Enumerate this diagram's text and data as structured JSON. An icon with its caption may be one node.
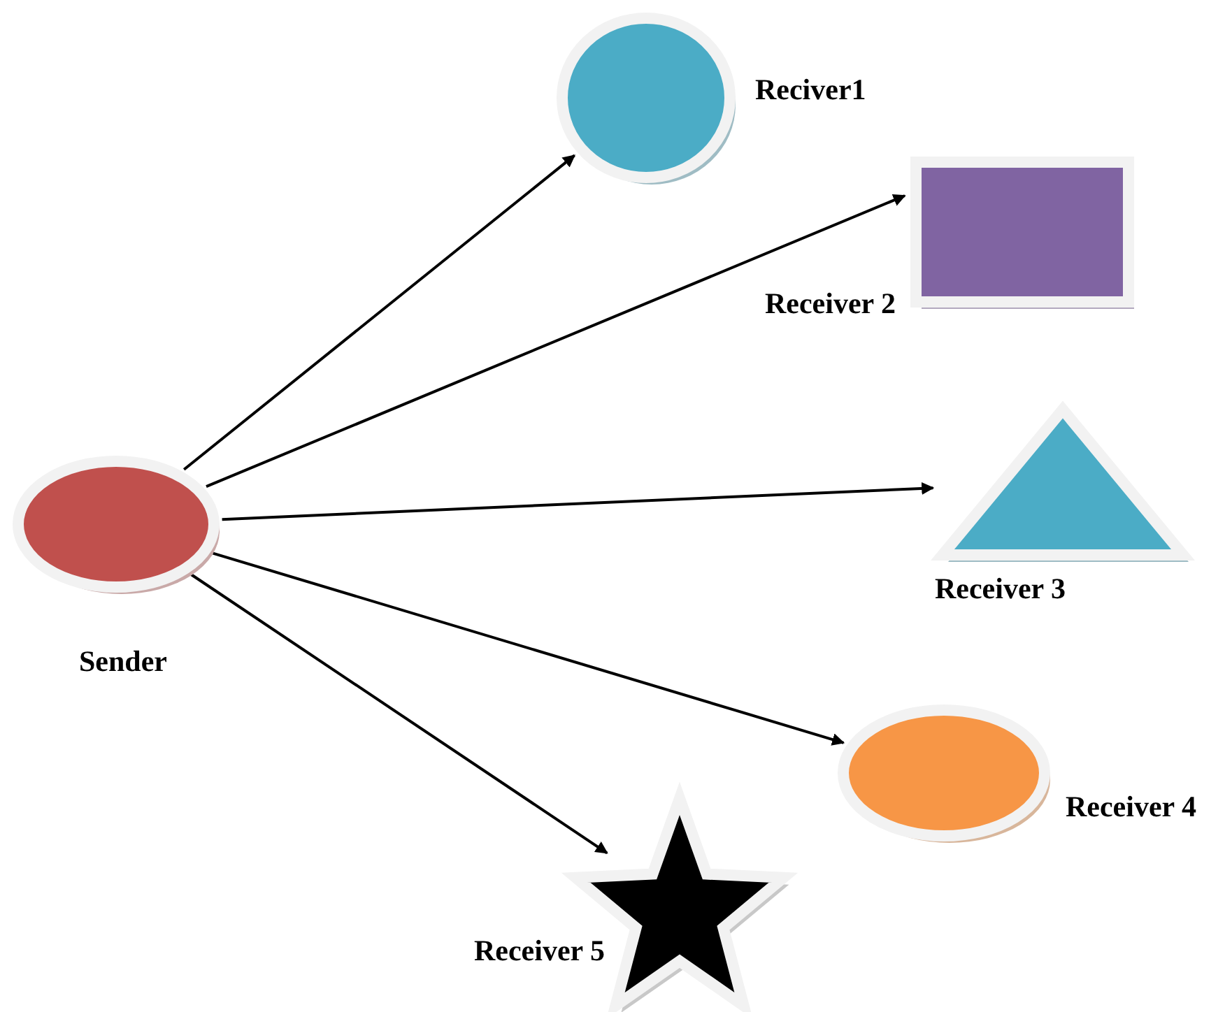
{
  "diagram": {
    "nodes": [
      {
        "text": [
          "Sender"
        ]
      },
      {
        "text": [
          "Reciver1"
        ]
      },
      {
        "text": [
          "Receiver 2"
        ]
      },
      {
        "text": [
          "Receiver 3"
        ]
      },
      {
        "text": [
          "Receiver 4"
        ]
      },
      {
        "text": [
          "Receiver 5"
        ]
      }
    ],
    "edges": [
      {
        "from": 0,
        "to": 1,
        "arrow": "to"
      },
      {
        "from": 0,
        "to": 2,
        "arrow": "to"
      },
      {
        "from": 0,
        "to": 3,
        "arrow": "to"
      },
      {
        "from": 0,
        "to": 4,
        "arrow": "to"
      },
      {
        "from": 0,
        "to": 5,
        "arrow": "to"
      }
    ]
  }
}
